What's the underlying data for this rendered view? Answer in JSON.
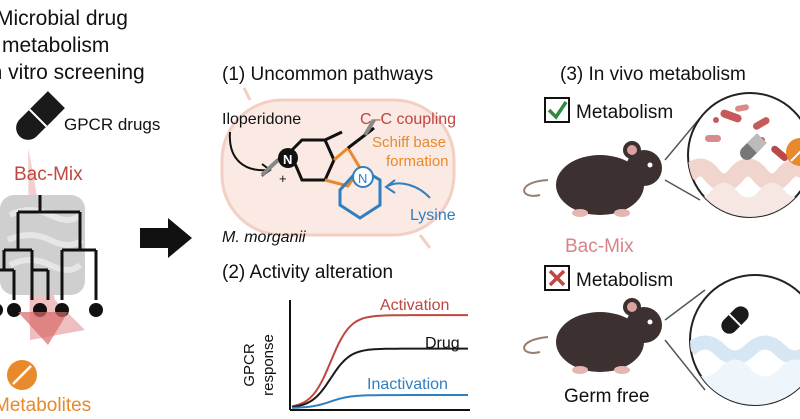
{
  "left": {
    "title_lines": [
      "Microbial drug",
      "metabolism",
      "in vitro screening"
    ],
    "gpcr_label": "GPCR drugs",
    "bacmix_label": "Bac-Mix",
    "metabolites_label": "Metabolites"
  },
  "panel1": {
    "title": "(1) Uncommon pathways",
    "iloperidone": "Iloperidone",
    "cc_coupling": "C–C coupling",
    "schiff_lines": [
      "Schiff base",
      "formation"
    ],
    "lysine": "Lysine",
    "organism": "M. morganii",
    "n_atom": "N",
    "plus": "+"
  },
  "panel2": {
    "title": "(2) Activity alteration",
    "ylabel_lines": [
      "GPCR",
      "response"
    ],
    "activation": "Activation",
    "drug": "Drug",
    "inactivation": "Inactivation",
    "curves": [
      {
        "name": "Activation",
        "color": "#c0463f",
        "plateau": 0.86
      },
      {
        "name": "Drug",
        "color": "#1a1a1a",
        "plateau": 0.55
      },
      {
        "name": "Inactivation",
        "color": "#2f7fc1",
        "plateau": 0.12
      }
    ]
  },
  "panel3": {
    "title": "(3) In vivo metabolism",
    "metabolism_yes": "Metabolism",
    "metabolism_no": "Metabolism",
    "bacmix": "Bac-Mix",
    "germfree": "Germ free"
  },
  "colors": {
    "red": "#c0463f",
    "orange": "#e8892b",
    "blue": "#2f7fc1",
    "green": "#2e8b3e",
    "pink": "#d9828a"
  }
}
